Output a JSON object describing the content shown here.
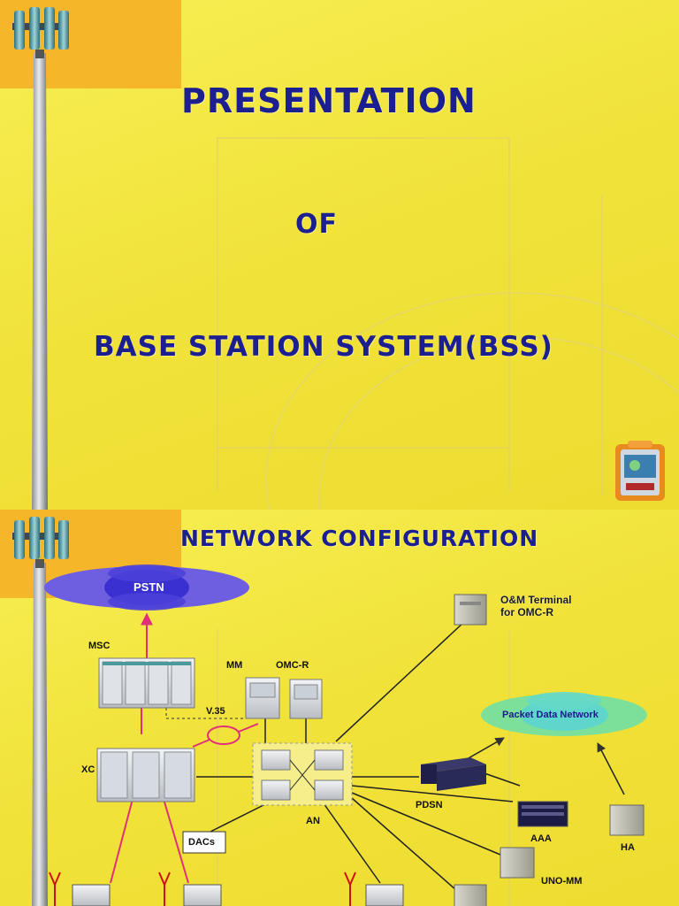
{
  "slide1": {
    "title": "PRESENTATION",
    "connector": "OF",
    "subject": "BASE STATION SYSTEM(BSS)"
  },
  "slide2": {
    "title": "NETWORK CONFIGURATION",
    "nodes": {
      "pstn": "PSTN",
      "msc": "MSC",
      "mm": "MM",
      "omc_r": "OMC-R",
      "v35": "V.35",
      "xc": "XC",
      "dacs": "DACs",
      "an": "AN",
      "pdsn": "PDSN",
      "aaa": "AAA",
      "ha": "HA",
      "uno_mm": "UNO-MM",
      "packet_data_network": "Packet Data Network",
      "om_terminal_line1": "O&M Terminal",
      "om_terminal_line2": "for OMC-R"
    }
  }
}
